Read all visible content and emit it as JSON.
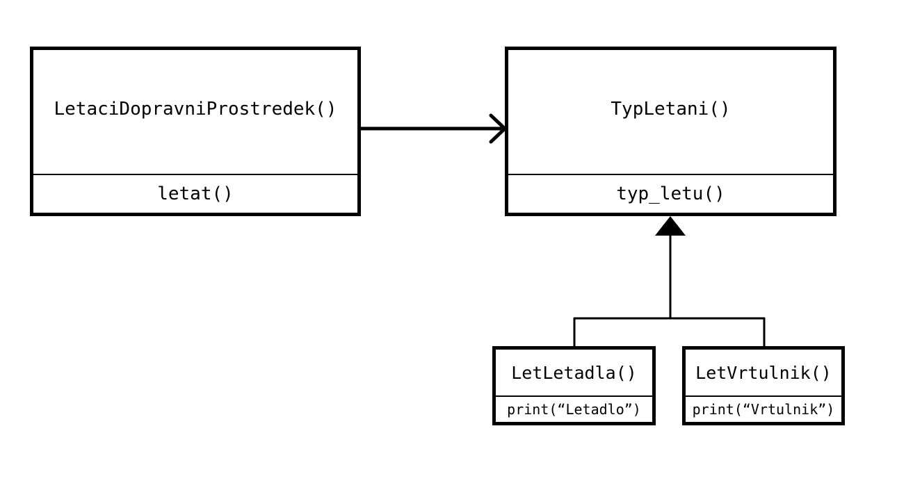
{
  "classes": {
    "vehicle": {
      "name": "LetaciDopravniProstredek()",
      "method": "letat()"
    },
    "flight_type": {
      "name": "TypLetani()",
      "method": "typ_letu()"
    },
    "plane_flight": {
      "name": "LetLetadla()",
      "method": "print(“Letadlo”)"
    },
    "heli_flight": {
      "name": "LetVrtulnik()",
      "method": "print(“Vrtulnik”)"
    }
  },
  "colors": {
    "line": "#000000",
    "background": "#ffffff"
  }
}
